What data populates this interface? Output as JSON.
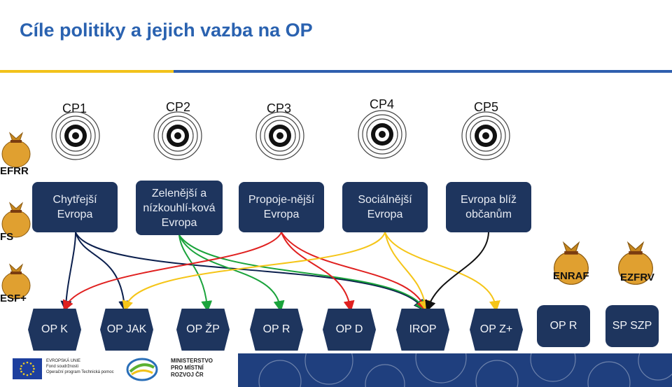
{
  "title": "Cíle politiky a jejich vazba na OP",
  "colors": {
    "accent_blue": "#2f5fae",
    "accent_yellow": "#f2c21a",
    "box_navy": "#1e355e",
    "footer_navy": "#1f3f7e",
    "bag_gold": "#e0a030"
  },
  "policy_objectives": [
    {
      "code": "CP1",
      "goal": "Chytřejší Evropa"
    },
    {
      "code": "CP2",
      "goal": "Zelenější a nízkouhlí-ková Evropa"
    },
    {
      "code": "CP3",
      "goal": "Propoje-nější Evropa"
    },
    {
      "code": "CP4",
      "goal": "Sociálnější Evropa"
    },
    {
      "code": "CP5",
      "goal": "Evropa blíž občanům"
    }
  ],
  "funds": [
    {
      "label": "EFRR"
    },
    {
      "label": "FS"
    },
    {
      "label": "ESF+"
    },
    {
      "label": "ENRAF"
    },
    {
      "label": "EZFRV"
    }
  ],
  "programmes": [
    {
      "label": "OP K"
    },
    {
      "label": "OP JAK"
    },
    {
      "label": "OP ŽP"
    },
    {
      "label": "OP R"
    },
    {
      "label": "OP D"
    },
    {
      "label": "IROP"
    },
    {
      "label": "OP Z+"
    },
    {
      "label": "OP R"
    },
    {
      "label": "SP SZP"
    }
  ],
  "footer": {
    "eu_lines": [
      "EVROPSKÁ UNIE",
      "Fond soudržnosti",
      "Operační program Technická pomoc"
    ],
    "ministry_lines": [
      "MINISTERSTVO",
      "PRO MÍSTNÍ",
      "ROZVOJ ČR"
    ]
  }
}
